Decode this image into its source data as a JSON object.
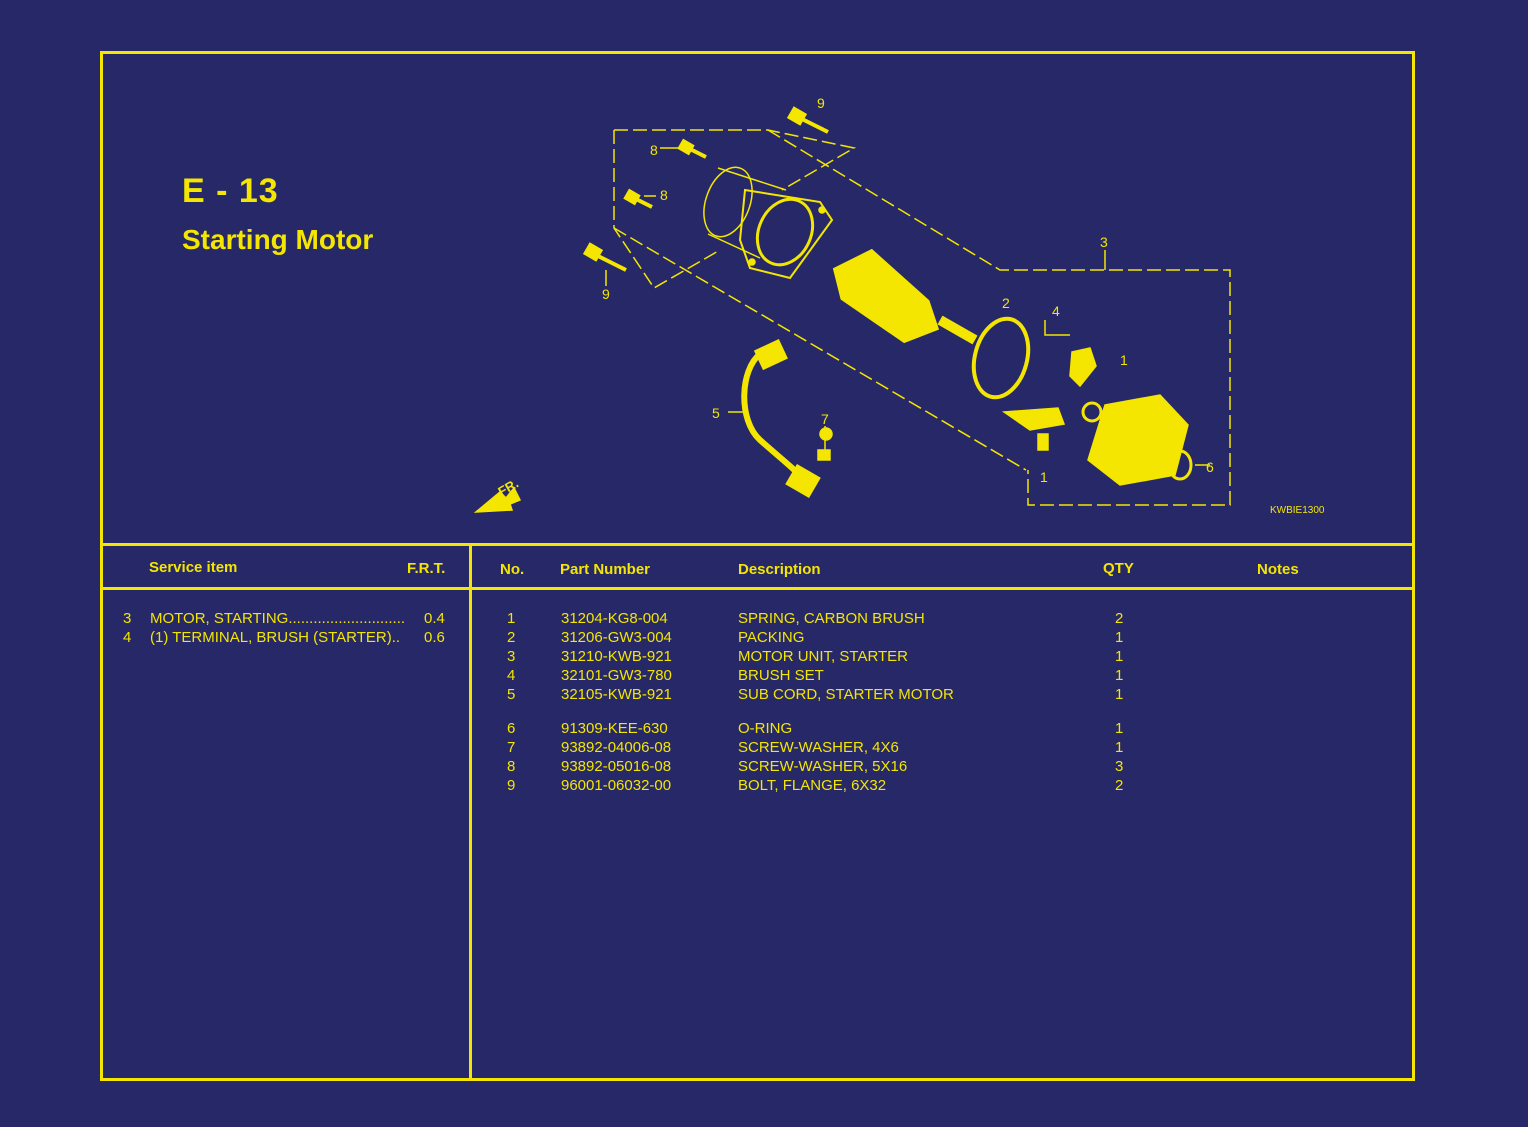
{
  "page": {
    "code": "E - 13",
    "title": "Starting Motor",
    "diagram_ref": "KWBIE1300",
    "front_indicator": "FR."
  },
  "service_table": {
    "headers": {
      "item": "Service item",
      "frt": "F.R.T."
    },
    "rows": [
      {
        "ref": "3",
        "label": "MOTOR, STARTING............................",
        "frt": "0.4"
      },
      {
        "ref": "4",
        "label": "(1)  TERMINAL, BRUSH (STARTER)..",
        "frt": "0.6"
      }
    ]
  },
  "parts_table": {
    "headers": {
      "no": "No.",
      "part_number": "Part Number",
      "description": "Description",
      "qty": "QTY",
      "notes": "Notes"
    },
    "rows": [
      {
        "no": "1",
        "part_number": "31204-KG8-004",
        "description": "SPRING, CARBON BRUSH",
        "qty": "2"
      },
      {
        "no": "2",
        "part_number": "31206-GW3-004",
        "description": "PACKING",
        "qty": "1"
      },
      {
        "no": "3",
        "part_number": "31210-KWB-921",
        "description": "MOTOR UNIT, STARTER",
        "qty": "1"
      },
      {
        "no": "4",
        "part_number": "32101-GW3-780",
        "description": "BRUSH SET",
        "qty": "1"
      },
      {
        "no": "5",
        "part_number": "32105-KWB-921",
        "description": "SUB CORD, STARTER MOTOR",
        "qty": "1"
      },
      {
        "no": "6",
        "part_number": "91309-KEE-630",
        "description": "O-RING",
        "qty": "1"
      },
      {
        "no": "7",
        "part_number": "93892-04006-08",
        "description": "SCREW-WASHER, 4X6",
        "qty": "1"
      },
      {
        "no": "8",
        "part_number": "93892-05016-08",
        "description": "SCREW-WASHER, 5X16",
        "qty": "3"
      },
      {
        "no": "9",
        "part_number": "96001-06032-00",
        "description": "BOLT, FLANGE, 6X32",
        "qty": "2"
      }
    ]
  },
  "callouts": [
    "9",
    "8",
    "8",
    "9",
    "3",
    "2",
    "4",
    "1",
    "5",
    "7",
    "1",
    "6"
  ],
  "colors": {
    "background": "#262868",
    "accent": "#f4e600"
  }
}
